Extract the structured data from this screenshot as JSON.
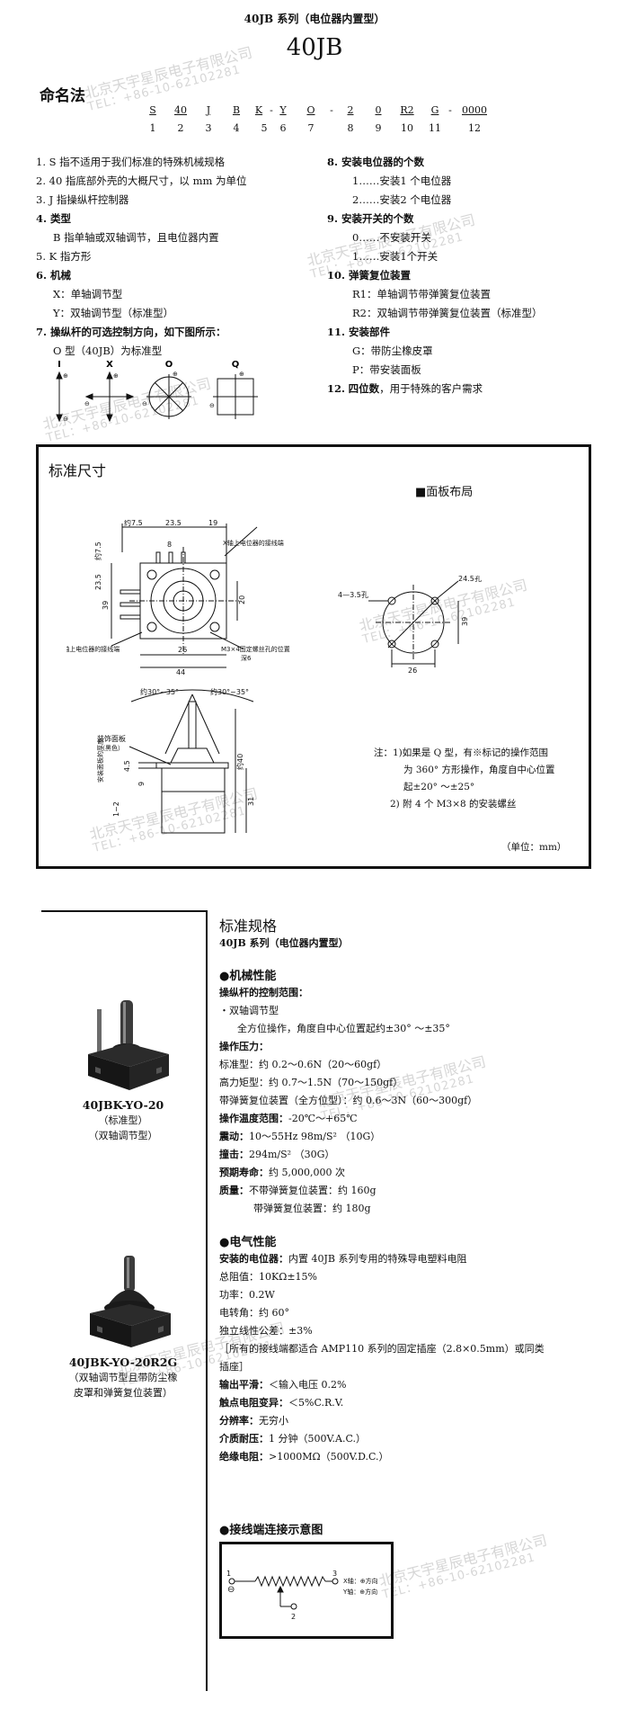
{
  "header": {
    "subtitle": "40JB 系列（电位器内置型）",
    "title": "40JB"
  },
  "watermark": {
    "cn": "北京天宇星辰电子有限公司",
    "en": "TEL：+86-10-62102281"
  },
  "naming": {
    "heading": "命名法",
    "codes": [
      "S",
      "40",
      "J",
      "B",
      "K",
      "-",
      "Y",
      "O",
      "-",
      "2",
      "0",
      "R2",
      "G",
      "-",
      "0000"
    ],
    "numbers": [
      "1",
      "2",
      "3",
      "4",
      "5",
      "6",
      "7",
      "8",
      "9",
      "10",
      "11",
      "12"
    ]
  },
  "left_list": [
    {
      "num": "1.",
      "text": "S 指不适用于我们标准的特殊机械规格",
      "bold": false
    },
    {
      "num": "2.",
      "text": "40 指底部外壳的大概尺寸，以 mm 为单位",
      "bold": false
    },
    {
      "num": "3.",
      "text": "J 指操纵杆控制器",
      "bold": false
    },
    {
      "num": "4.",
      "text": "类型",
      "bold": true
    },
    {
      "num": "",
      "text": "B 指单轴或双轴调节，且电位器内置",
      "bold": false,
      "indent": 1
    },
    {
      "num": "5.",
      "text": "K 指方形",
      "bold": false
    },
    {
      "num": "6.",
      "text": "机械",
      "bold": true
    },
    {
      "num": "",
      "text": "X：单轴调节型",
      "bold": false,
      "indent": 1
    },
    {
      "num": "",
      "text": "Y：双轴调节型（标准型）",
      "bold": false,
      "indent": 1
    },
    {
      "num": "7.",
      "text": "操纵杆的可选控制方向，如下图所示：",
      "bold": true
    },
    {
      "num": "",
      "text": "O 型（40JB）为标准型",
      "bold": false,
      "indent": 1
    }
  ],
  "right_list": [
    {
      "num": "8.",
      "text": "安装电位器的个数",
      "bold": true
    },
    {
      "num": "",
      "text": "1……安装1 个电位器",
      "bold": false,
      "indent": 1
    },
    {
      "num": "",
      "text": "2……安装2 个电位器",
      "bold": false,
      "indent": 1
    },
    {
      "num": "9.",
      "text": "安装开关的个数",
      "bold": true
    },
    {
      "num": "",
      "text": "0……不安装开关",
      "bold": false,
      "indent": 1
    },
    {
      "num": "",
      "text": "1……安装1个开关",
      "bold": false,
      "indent": 1
    },
    {
      "num": "10.",
      "text": "弹簧复位装置",
      "bold": true
    },
    {
      "num": "",
      "text": "R1：单轴调节带弹簧复位装置",
      "bold": false,
      "indent": 1
    },
    {
      "num": "",
      "text": "R2：双轴调节带弹簧复位装置（标准型）",
      "bold": false,
      "indent": 1
    },
    {
      "num": "11.",
      "text": "安装部件",
      "bold": true
    },
    {
      "num": "",
      "text": "G：带防尘橡皮罩",
      "bold": false,
      "indent": 1
    },
    {
      "num": "",
      "text": "P：带安装面板",
      "bold": false,
      "indent": 1
    },
    {
      "num": "12.",
      "text": "四位数，用于特殊的客户需求",
      "bold": "partial",
      "bold_part": "四位数"
    }
  ],
  "directions": {
    "labels": [
      "I",
      "X",
      "O",
      "Q"
    ]
  },
  "dimensions": {
    "title": "标准尺寸",
    "panel_title": "■面板布局",
    "top_view": {
      "dims": [
        "约7.5",
        "23.5",
        "19",
        "8",
        "约7.5",
        "23.5",
        "39",
        "26",
        "44",
        "20"
      ],
      "label_x": "X轴上电位器的接线端",
      "label_y": "Y轴上电位器的接线端",
      "label_m3": "M3×4固定螺丝孔的位置",
      "label_depth": "深6"
    },
    "side_view": {
      "angles": [
        "约30°~35°",
        "约30°~35°"
      ],
      "panel_label": "装饰面板",
      "panel_label2": "（黑色）",
      "side_label": "安装面板的厚度",
      "dims": [
        "4.5",
        "9",
        "1~2",
        "约40",
        "31"
      ]
    },
    "panel": {
      "hole": "24.5孔",
      "small": "4—3.5孔",
      "dims": [
        "39",
        "26"
      ]
    },
    "notes": [
      "注：1)如果是 Q 型，有※标记的操作范围",
      "为 360° 方形操作，角度自中心位置",
      "起±20° ～±25°",
      "2) 附 4 个 M3×8 的安装螺丝"
    ],
    "unit": "（单位：mm）"
  },
  "specs": {
    "heading": "标准规格",
    "subheading": "40JB 系列（电位器内置型）",
    "mech_title": "●机械性能",
    "mech": [
      {
        "label": "操纵杆的控制范围：",
        "value": ""
      },
      {
        "label": "",
        "value": "・双轴调节型"
      },
      {
        "label": "",
        "value": "全方位操作，角度自中心位置起约±30° ～±35°",
        "indent": true
      },
      {
        "label": "操作压力：",
        "value": ""
      },
      {
        "label": "",
        "value": "标准型：约 0.2～0.6N（20～60gf）"
      },
      {
        "label": "",
        "value": "高力矩型：约 0.7～1.5N（70～150gf）"
      },
      {
        "label": "",
        "value": "带弹簧复位装置（全方位型）：约 0.6～3N（60～300gf）"
      },
      {
        "label": "操作温度范围：",
        "value": "-20℃～+65℃"
      },
      {
        "label": "震动：",
        "value": "10～55Hz 98m/S² （10G）"
      },
      {
        "label": "撞击：",
        "value": "294m/S² （30G）"
      },
      {
        "label": "预期寿命：",
        "value": "约 5,000,000 次"
      },
      {
        "label": "质量：",
        "value": "不带弹簧复位装置：约 160g"
      },
      {
        "label": "",
        "value": "带弹簧复位装置：约 180g",
        "indent2": true
      }
    ],
    "elec_title": "●电气性能",
    "elec": [
      {
        "label": "安装的电位器：",
        "value": "内置 40JB 系列专用的特殊导电塑料电阻"
      },
      {
        "label": "",
        "value": "总阻值：10KΩ±15%"
      },
      {
        "label": "",
        "value": "功率：0.2W"
      },
      {
        "label": "",
        "value": "电转角：约 60°"
      },
      {
        "label": "",
        "value": "独立线性公差：±3%"
      },
      {
        "label": "",
        "value": "［所有的接线端都适合 AMP110 系列的固定插座（2.8×0.5mm）或同类"
      },
      {
        "label": "",
        "value": "插座］"
      },
      {
        "label": "输出平滑：",
        "value": "＜输入电压 0.2%"
      },
      {
        "label": "触点电阻变异：",
        "value": "＜5%C.R.V."
      },
      {
        "label": "分辨率：",
        "value": "无穷小"
      },
      {
        "label": "介质耐压：",
        "value": "1 分钟（500V.A.C.）"
      },
      {
        "label": "绝缘电阻：",
        "value": ">1000MΩ（500V.D.C.）"
      }
    ],
    "wiring_title": "●接线端连接示意图",
    "wiring": {
      "t1": "1",
      "t2": "2",
      "t3": "3",
      "x_label": "X轴：⊕方向",
      "y_label": "Y轴：⊕方向",
      "plus": "⊕",
      "minus": "⊖"
    }
  },
  "products": [
    {
      "name": "40JBK-YO-20",
      "desc": [
        "（标准型）",
        "（双轴调节型）"
      ]
    },
    {
      "name": "40JBK-YO-20R2G",
      "desc": [
        "（双轴调节型且带防尘橡",
        "皮罩和弹簧复位装置）"
      ]
    }
  ]
}
